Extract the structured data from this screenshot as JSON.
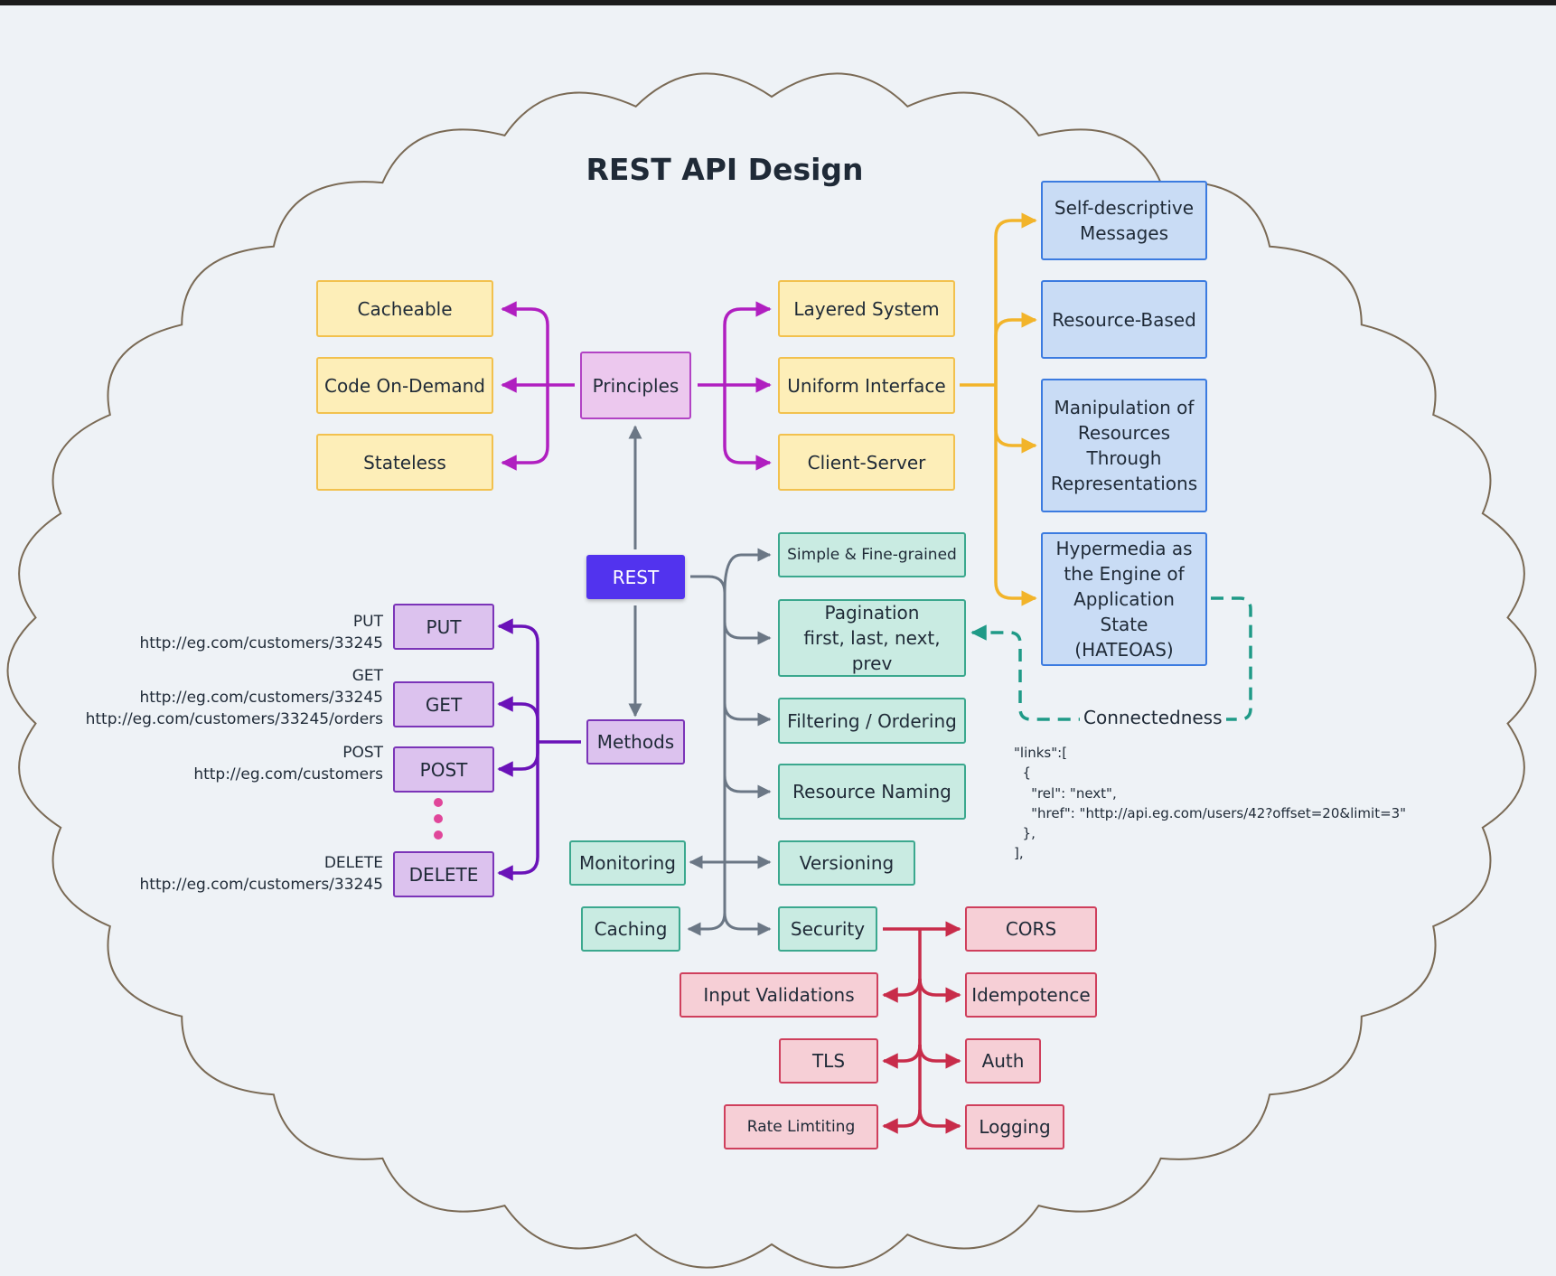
{
  "title": "REST API Design",
  "nodes": {
    "cacheable": "Cacheable",
    "code_on_demand": "Code On-Demand",
    "stateless": "Stateless",
    "principles": "Principles",
    "layered_system": "Layered System",
    "uniform_interface": "Uniform Interface",
    "client_server": "Client-Server",
    "self_descriptive": "Self-descriptive\nMessages",
    "resource_based": "Resource-Based",
    "manipulation": "Manipulation of\nResources\nThrough\nRepresentations",
    "hateoas": "Hypermedia as\nthe Engine of\nApplication State\n(HATEOAS)",
    "rest": "REST",
    "methods": "Methods",
    "put": "PUT",
    "get": "GET",
    "post": "POST",
    "delete": "DELETE",
    "simple": "Simple & Fine-grained",
    "pagination": "Pagination\nfirst, last, next, prev",
    "filtering": "Filtering / Ordering",
    "resource_naming": "Resource Naming",
    "versioning": "Versioning",
    "security": "Security",
    "monitoring": "Monitoring",
    "caching": "Caching",
    "cors": "CORS",
    "idempotence": "Idempotence",
    "auth": "Auth",
    "logging": "Logging",
    "input_validations": "Input Validations",
    "tls": "TLS",
    "rate_limiting": "Rate Limtiting"
  },
  "method_examples": {
    "put": "PUT\nhttp://eg.com/customers/33245",
    "get": "GET\nhttp://eg.com/customers/33245\nhttp://eg.com/customers/33245/orders",
    "post": "POST\nhttp://eg.com/customers",
    "delete": "DELETE\nhttp://eg.com/customers/33245"
  },
  "connectedness": "Connectedness",
  "links_example": "\"links\":[\n  {\n    \"rel\": \"next\",\n    \"href\": \"http://api.eg.com/users/42?offset=20&limit=3\"\n  },\n],",
  "colors": {
    "background": "#eef2f6",
    "cloud_outline": "#7a6a55",
    "principles_connector": "#b01fc0",
    "uniform_connector": "#f2b42a",
    "methods_connector": "#6a12b8",
    "rest_connector": "#6b7785",
    "security_connector": "#c82c4a",
    "hateoas_dashed": "#1f9a87",
    "ellipsis_dots": "#e0469a"
  }
}
